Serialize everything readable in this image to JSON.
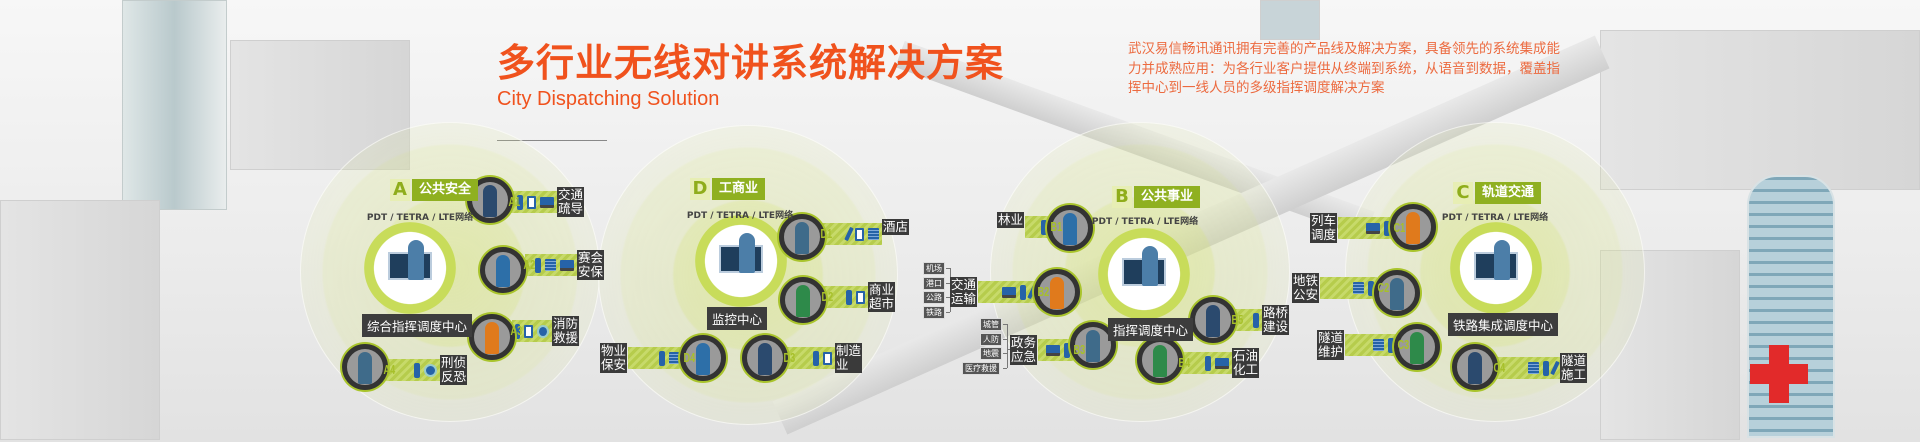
{
  "header": {
    "title": "多行业无线对讲系统解决方案",
    "subtitle": "City Dispatching Solution",
    "description": "武汉易信畅讯通讯拥有完善的产品线及解决方案，具备领先的系统集成能力并成熟应用：为各行业客户提供从终端到系统，从语音到数据，覆盖指挥中心到一线人员的多级指挥调度解决方案"
  },
  "colors": {
    "accent": "#f0521d",
    "green": "#8fb020",
    "label_bg": "#3a3a3a",
    "device": "#2663a8",
    "cross": "#e22a2a"
  },
  "sections": {
    "A": {
      "letter": "A",
      "name": "公共安全",
      "network": "PDT / TETRA / LTE网络",
      "center": "综合指挥调度中心",
      "items": [
        {
          "code": "A1",
          "label": "交通疏导",
          "devices": [
            "radio-icon",
            "phone-icon",
            "computer-icon"
          ]
        },
        {
          "code": "A2",
          "label": "赛会安保",
          "devices": [
            "radio-icon",
            "desk-phone-icon",
            "computer-icon"
          ]
        },
        {
          "code": "A3",
          "label": "消防救援",
          "devices": [
            "radio-icon",
            "phone-icon",
            "globe-icon"
          ]
        },
        {
          "code": "A4",
          "label": "刑侦反恐",
          "devices": [
            "radio-icon",
            "globe-icon"
          ]
        }
      ]
    },
    "D": {
      "letter": "D",
      "name": "工商业",
      "network": "PDT / TETRA / LTE网络",
      "center": "监控中心",
      "items": [
        {
          "code": "D1",
          "label": "酒店",
          "devices": [
            "pen-radio-icon",
            "phone-icon",
            "desk-phone-icon"
          ]
        },
        {
          "code": "D2",
          "label": "商业超市",
          "devices": [
            "radio-icon",
            "phone-icon"
          ]
        },
        {
          "code": "D3",
          "label": "制造业",
          "devices": [
            "radio-icon",
            "phone-icon"
          ]
        },
        {
          "code": "D4",
          "label": "物业保安",
          "devices": [
            "radio-icon",
            "desk-phone-icon"
          ]
        }
      ]
    },
    "B": {
      "letter": "B",
      "name": "公共事业",
      "network": "PDT / TETRA / LTE网络",
      "center": "指挥调度中心",
      "items": [
        {
          "code": "B1",
          "label": "林业",
          "devices": [
            "radio-icon"
          ]
        },
        {
          "code": "B2",
          "label": "交通运输",
          "devices": [
            "computer-icon",
            "radio-icon",
            "pen-radio-icon"
          ],
          "sub": [
            "机场",
            "港口",
            "公路",
            "铁路"
          ]
        },
        {
          "code": "B3",
          "label": "政务应急",
          "devices": [
            "computer-icon",
            "radio-icon"
          ],
          "sub": [
            "城管",
            "人防",
            "地震",
            "医疗救援"
          ]
        },
        {
          "code": "B4",
          "label": "石油化工",
          "devices": [
            "radio-icon",
            "computer-icon"
          ]
        },
        {
          "code": "B5",
          "label": "路桥建设",
          "devices": [
            "radio-icon"
          ]
        }
      ]
    },
    "C": {
      "letter": "C",
      "name": "轨道交通",
      "network": "PDT / TETRA / LTE网络",
      "center": "铁路集成调度中心",
      "items": [
        {
          "code": "C1",
          "label": "列车调度",
          "devices": [
            "computer-icon",
            "radio-icon"
          ]
        },
        {
          "code": "C2",
          "label": "地铁公安",
          "devices": [
            "desk-phone-icon",
            "radio-icon"
          ]
        },
        {
          "code": "C3",
          "label": "隧道维护",
          "devices": [
            "desk-phone-icon",
            "radio-icon"
          ]
        },
        {
          "code": "C4",
          "label": "隧道施工",
          "devices": [
            "desk-phone-icon",
            "radio-icon",
            "pen-radio-icon"
          ]
        }
      ]
    }
  }
}
